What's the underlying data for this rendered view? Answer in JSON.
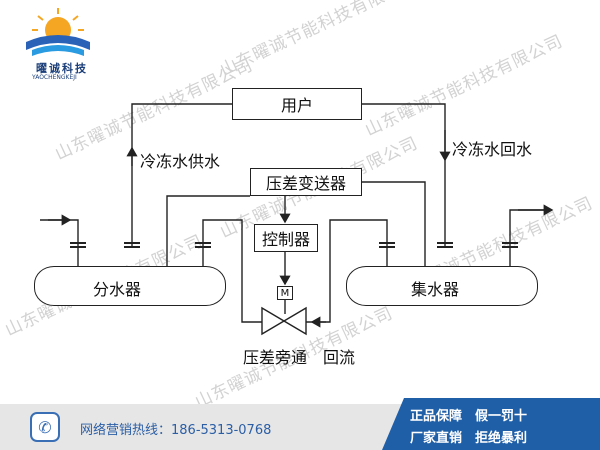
{
  "logo": {
    "cn": "曜诚科技",
    "en": "YAOCHENGKEJI"
  },
  "watermark": "山东曜诚节能科技有限公司",
  "diagram": {
    "user": "用户",
    "supply": "冷冻水供水",
    "return": "冷冻水回水",
    "transmitter": "压差变送器",
    "controller": "控制器",
    "valve_letter": "M",
    "distributor": "分水器",
    "collector": "集水器",
    "bypass": "压差旁通　回流"
  },
  "footer": {
    "hotline": "网络营销热线：186-5313-0768",
    "g1": "正品保障　假一罚十",
    "g2": "厂家直销　拒绝暴利"
  },
  "colors": {
    "accent": "#1f5fa8",
    "line": "#222222",
    "watermark": "#d2d2d2"
  }
}
